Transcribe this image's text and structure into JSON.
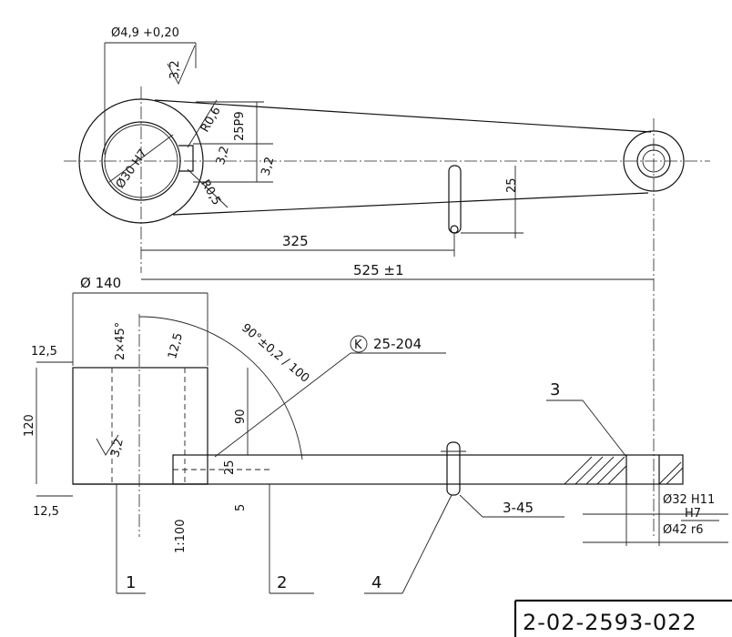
{
  "drawing": {
    "dims": {
      "d_bore_tol": "Ø4,9 +0,20",
      "roughness_top": "3,2",
      "r06_top": "R0,6",
      "d_bore": "Ø30 H7",
      "h_25p9": "25P9",
      "keyway_32": "3,2",
      "keyway_3": "3,2",
      "r05_bot": "R0,5",
      "d_25_pin": "25",
      "len_325": "325",
      "len_525": "525 ±1",
      "d_140": "Ø 140",
      "r_12_5_top": "12,5",
      "chamfer": "2×45°",
      "r_12_5_mid": "12,5",
      "angle": "90°±0,2 / 100",
      "h_120": "120",
      "roughness_side": "3,2",
      "h_90": "90",
      "h_25_side": "25",
      "h_5": "5",
      "r_12_5_bot": "12,5",
      "ratio": "1:100",
      "weld_ref": "25-204",
      "weld_ref_symbol": "K",
      "weld_3_45": "3-45",
      "d_32": "Ø32 H11",
      "d_42_h7": "H7",
      "d_42": "Ø42 r6"
    },
    "callouts": {
      "c1": "1",
      "c2": "2",
      "c3": "3",
      "c4": "4"
    },
    "doc_number": "2-02-2593-022"
  }
}
